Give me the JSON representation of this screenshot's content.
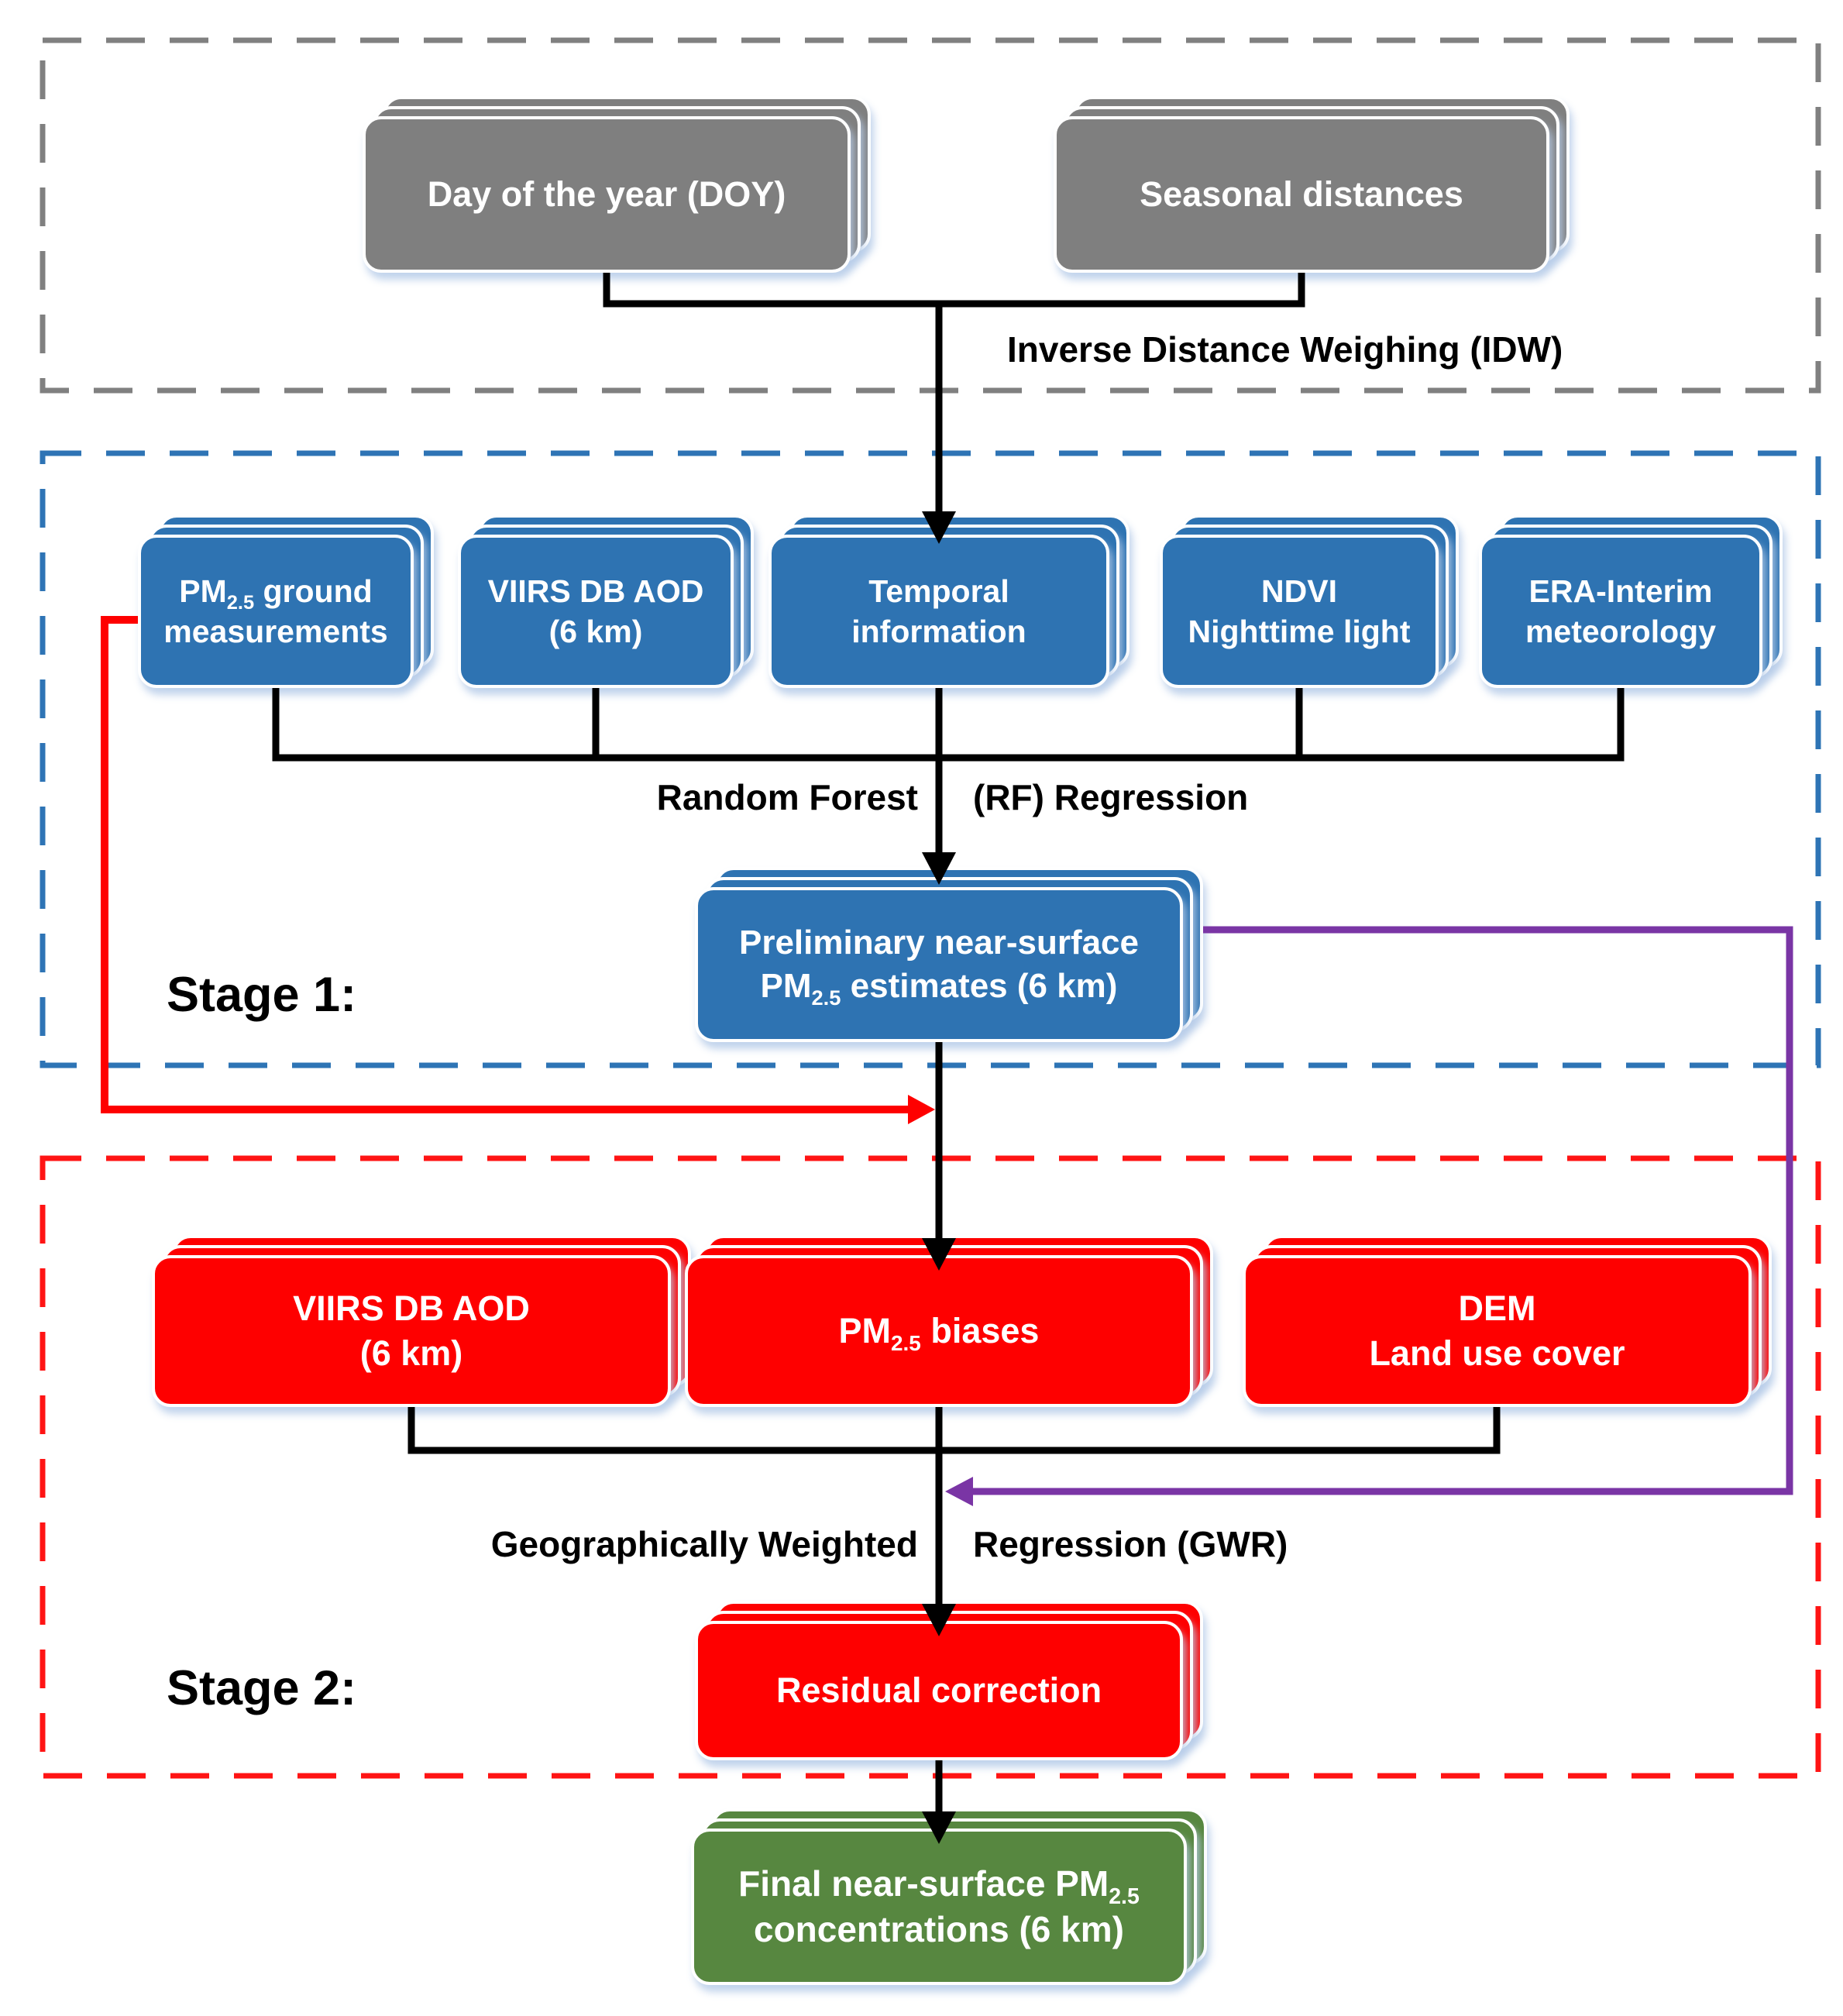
{
  "diagram": {
    "stage_labels": {
      "stage1": "Stage 1:",
      "stage2": "Stage 2:"
    },
    "process_labels": {
      "idw": "Inverse Distance Weighing (IDW)",
      "rf_left": "Random Forest",
      "rf_right": "(RF) Regression",
      "gwr_left": "Geographically Weighted",
      "gwr_right": "Regression (GWR)"
    },
    "boxes": {
      "doy": {
        "lines": [
          [
            {
              "t": "Day of the year (DOY)"
            }
          ]
        ]
      },
      "seasonal": {
        "lines": [
          [
            {
              "t": "Seasonal distances"
            }
          ]
        ]
      },
      "pm_ground": {
        "lines": [
          [
            {
              "t": "PM"
            },
            {
              "t": "2.5",
              "sub": true
            },
            {
              "t": " ground"
            }
          ],
          [
            {
              "t": "measurements"
            }
          ]
        ]
      },
      "viirs_s1": {
        "lines": [
          [
            {
              "t": "VIIRS DB AOD"
            }
          ],
          [
            {
              "t": "(6 km)"
            }
          ]
        ]
      },
      "temporal": {
        "lines": [
          [
            {
              "t": "Temporal"
            }
          ],
          [
            {
              "t": "information"
            }
          ]
        ]
      },
      "ndvi": {
        "lines": [
          [
            {
              "t": "NDVI"
            }
          ],
          [
            {
              "t": "Nighttime light"
            }
          ]
        ]
      },
      "era": {
        "lines": [
          [
            {
              "t": "ERA-Interim"
            }
          ],
          [
            {
              "t": "meteorology"
            }
          ]
        ]
      },
      "prelim": {
        "lines": [
          [
            {
              "t": "Preliminary near-surface"
            }
          ],
          [
            {
              "t": "PM"
            },
            {
              "t": "2.5",
              "sub": true
            },
            {
              "t": " estimates (6 km)"
            }
          ]
        ]
      },
      "viirs_s2": {
        "lines": [
          [
            {
              "t": "VIIRS DB AOD"
            }
          ],
          [
            {
              "t": "(6 km)"
            }
          ]
        ]
      },
      "biases": {
        "lines": [
          [
            {
              "t": "PM"
            },
            {
              "t": "2.5",
              "sub": true
            },
            {
              "t": " biases"
            }
          ]
        ]
      },
      "dem": {
        "lines": [
          [
            {
              "t": "DEM"
            }
          ],
          [
            {
              "t": "Land use cover"
            }
          ]
        ]
      },
      "residual": {
        "lines": [
          [
            {
              "t": "Residual correction"
            }
          ]
        ]
      },
      "final": {
        "lines": [
          [
            {
              "t": "Final near-surface PM"
            },
            {
              "t": "2.5",
              "sub": true
            }
          ],
          [
            {
              "t": "concentrations (6 km)"
            }
          ]
        ]
      }
    },
    "colors": {
      "gray_box": "#7f7f7f",
      "blue_box": "#2e73b2",
      "red_box": "#fe0000",
      "green_box": "#578740",
      "purple_line": "#7a35a5",
      "red_line": "#fe0000",
      "black_line": "#000000",
      "gray_dash": "#808080",
      "blue_dash": "#2e74b5",
      "red_dash": "#ff1414"
    }
  }
}
